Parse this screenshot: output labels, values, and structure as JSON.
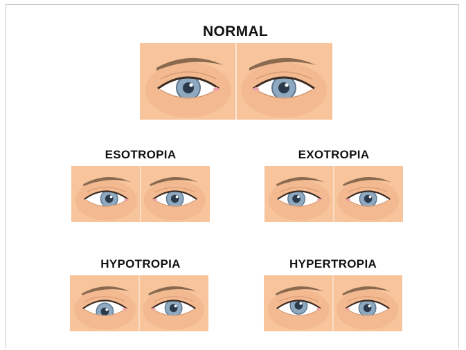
{
  "diagram": {
    "panels": [
      {
        "id": "normal",
        "label": "NORMAL",
        "left_pupil": [
          0,
          0
        ],
        "right_pupil": [
          0,
          0
        ]
      },
      {
        "id": "esotropia",
        "label": "ESOTROPIA",
        "left_pupil": [
          6,
          0
        ],
        "right_pupil": [
          0,
          0
        ]
      },
      {
        "id": "exotropia",
        "label": "EXOTROPIA",
        "left_pupil": [
          -6,
          0
        ],
        "right_pupil": [
          0,
          0
        ]
      },
      {
        "id": "hypotropia",
        "label": "HYPOTROPIA",
        "left_pupil": [
          0,
          7
        ],
        "right_pupil": [
          0,
          0
        ]
      },
      {
        "id": "hypertropia",
        "label": "HYPERTROPIA",
        "left_pupil": [
          0,
          -5
        ],
        "right_pupil": [
          0,
          0
        ]
      }
    ],
    "colors": {
      "skin": "#f7c49c",
      "skin_shade": "#f0b389",
      "brow": "#8a6a4f",
      "iris": "#8ea8bf",
      "iris_dark": "#5c7690",
      "pupil": "#2b3a4a",
      "sclera": "#ffffff",
      "divider": "#ffffff"
    }
  }
}
